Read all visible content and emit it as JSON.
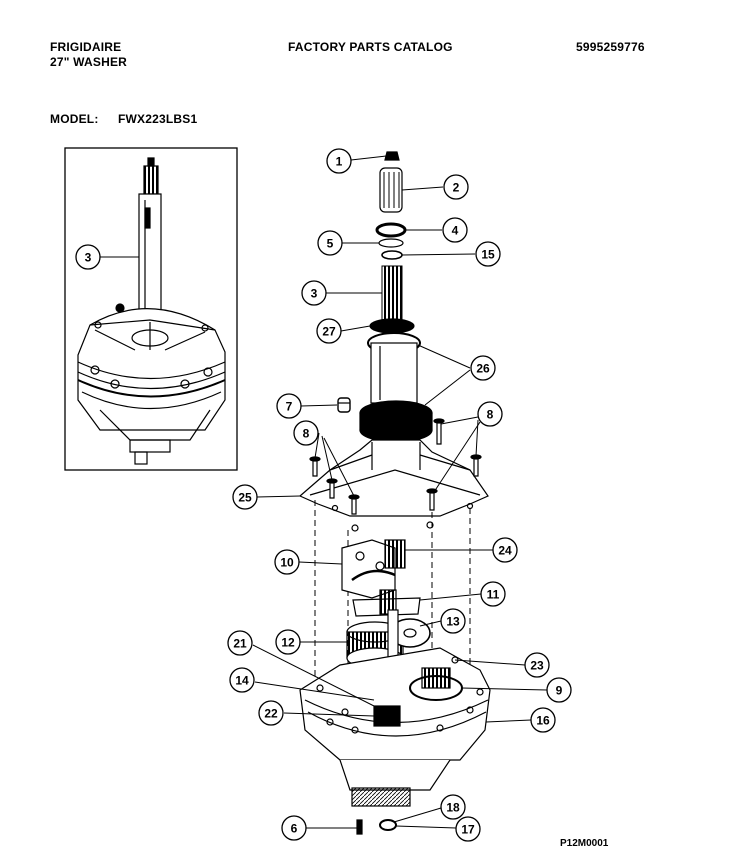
{
  "header": {
    "brand": "FRIGIDAIRE",
    "product": "27\" WASHER",
    "catalog_title": "FACTORY PARTS CATALOG",
    "catalog_number": "5995259776",
    "model_label": "MODEL:",
    "model_value": "FWX223LBS1"
  },
  "callouts": [
    "1",
    "2",
    "3",
    "4",
    "5",
    "6",
    "7",
    "8",
    "9",
    "10",
    "11",
    "12",
    "13",
    "14",
    "15",
    "16",
    "17",
    "18",
    "21",
    "22",
    "23",
    "24",
    "25",
    "26",
    "27"
  ],
  "footer": {
    "drawing_code": "P12M0001"
  }
}
